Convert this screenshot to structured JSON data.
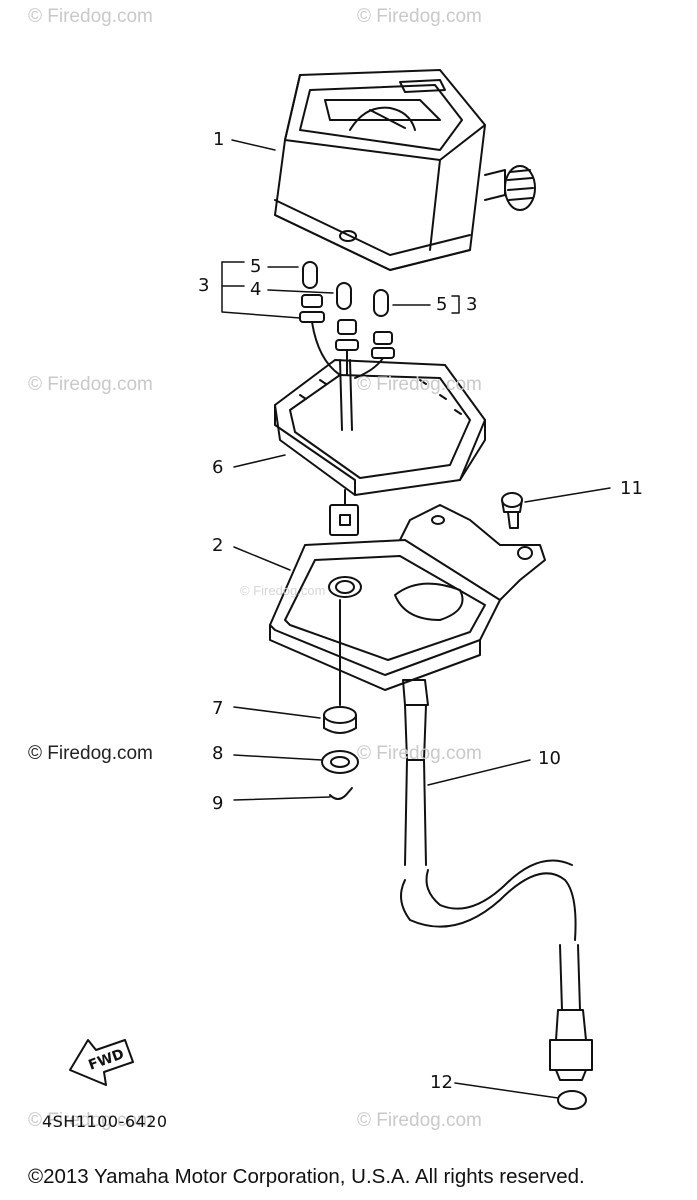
{
  "watermarks": {
    "w1": "© Firedog.com",
    "w2": "© Firedog.com",
    "w3": "© Firedog.com",
    "w4": "© Firedog.com",
    "w5": "© Firedog.com",
    "w6": "© Firedog.com",
    "w7": "© Firedog.com",
    "w8": "© Firedog.com",
    "w9": "© Firedog.com"
  },
  "callouts": {
    "c1": "1",
    "c2": "2",
    "c3a": "3",
    "c3b": "3",
    "c4": "4",
    "c5a": "5",
    "c5b": "5",
    "c6": "6",
    "c7": "7",
    "c8": "8",
    "c9": "9",
    "c10": "10",
    "c11": "11",
    "c12": "12"
  },
  "fwd_label": "FWD",
  "diagram_code": "4SH1100-6420",
  "copyright": "©2013 Yamaha Motor Corporation, U.S.A. All rights reserved."
}
